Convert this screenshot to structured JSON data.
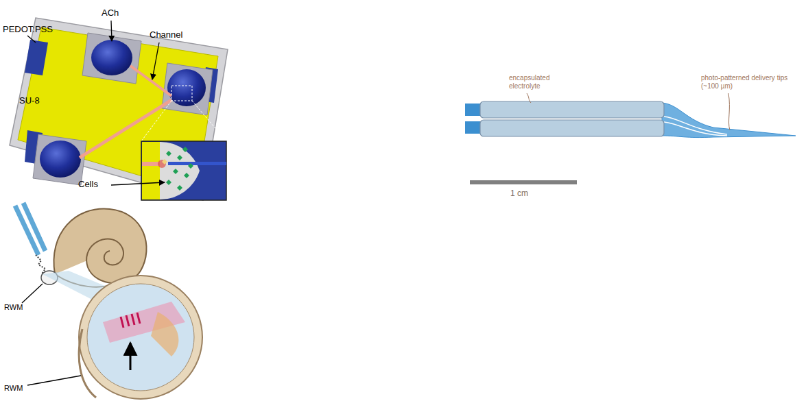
{
  "diagram": {
    "labels": [
      "ACh",
      "PEDOT:PSS",
      "Channel",
      "SU-8",
      "Cells",
      "encapsulated electrolyte",
      "photo-patterned delivery tips (~100 µm)",
      "1 cm",
      "RWM",
      "RWM"
    ]
  }
}
